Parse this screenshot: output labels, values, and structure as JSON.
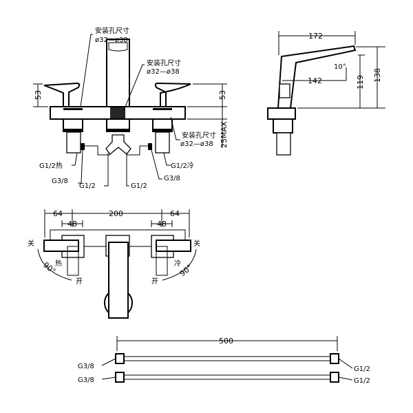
{
  "front_view": {
    "hole_label_1": "安装孔尺寸",
    "hole_size_1": "ø32—ø38",
    "hole_label_2": "安装孔尺寸",
    "hole_size_2": "ø32—ø38",
    "hole_label_3": "安装孔尺寸",
    "hole_size_3": "ø32—ø38",
    "dim_left_height": "53",
    "dim_right_height": "53",
    "dim_max_thickness": "25MAX",
    "conn_hot": "G1/2热",
    "conn_cold": "G1/2冷",
    "conn_left_g38": "G3/8",
    "conn_right_g38": "G3/8",
    "conn_center_left": "G1/2",
    "conn_center_right": "G1/2"
  },
  "side_view": {
    "dim_length": "172",
    "dim_reach": "142",
    "dim_angle": "10°",
    "dim_spout_height": "119",
    "dim_total_height": "138"
  },
  "top_view": {
    "dim_left_edge": "64",
    "dim_center_spacing": "200",
    "dim_right_edge": "64",
    "dim_left_handle": "48",
    "dim_right_handle": "48",
    "left_closed": "关",
    "right_closed": "关",
    "left_angle": "90°",
    "right_angle": "90°",
    "hot": "热",
    "cold": "冷",
    "left_open": "开",
    "right_open": "开"
  },
  "hoses": {
    "dim_length": "500",
    "left_top": "G3/8",
    "left_bottom": "G3/8",
    "right_top": "G1/2",
    "right_bottom": "G1/2"
  }
}
